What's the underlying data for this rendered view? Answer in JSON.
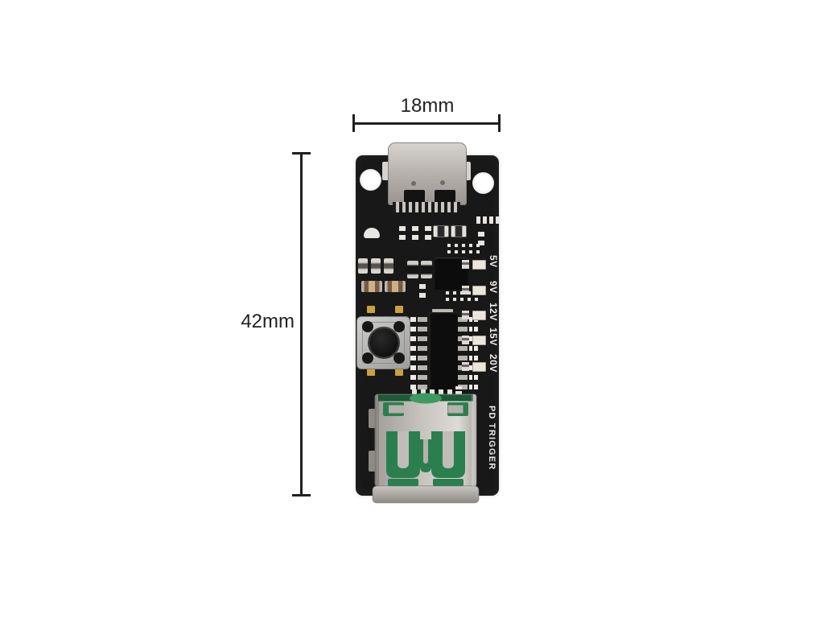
{
  "image": {
    "description": "Product photo of a USB-C PD trigger decoy board on white background with dimension callouts",
    "background_color": "#ffffff"
  },
  "annotations": {
    "width_label": "18mm",
    "height_label": "42mm",
    "line_color": "#1f1f1f"
  },
  "board": {
    "silkscreen": {
      "title": "PD TRIGGER",
      "voltage_labels": [
        "5V",
        "9V",
        "12V",
        "15V",
        "20V"
      ]
    },
    "colors": {
      "pcb": "#181818",
      "silkscreen_text": "#f2efe9",
      "metal_shell": "#c0bcb7",
      "usb_pcb_green": "#2b7f4e",
      "gold_pad": "#c9a23e",
      "led_body": "#ebe6dc"
    }
  }
}
